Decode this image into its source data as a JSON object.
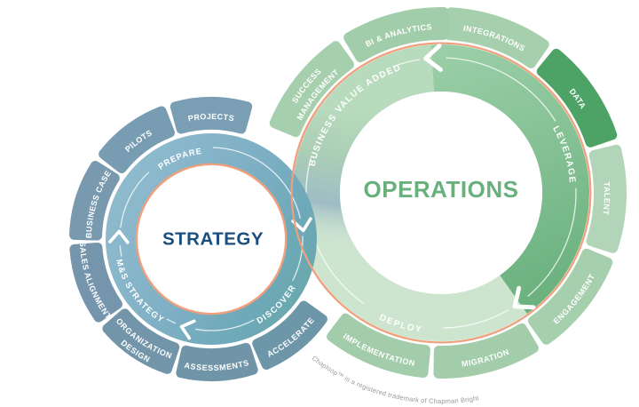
{
  "footnote": "Chaploop™ is a registered trademark of Chapman Bright",
  "colors": {
    "background": "#ffffff",
    "accent_orange": "#efa07c",
    "strategy_title": "#1b4e7c",
    "operations_title": "#68b07c",
    "label_text": "#ffffff",
    "footnote_text": "#9a9a9a",
    "data_highlight": "#4da365"
  },
  "strategy": {
    "title": "STRATEGY",
    "outer_segments": [
      {
        "label": "PROJECTS",
        "angle": 0,
        "orient": "top",
        "color": "#7a9eb3"
      },
      {
        "label": "PILOTS",
        "angle": 323.5,
        "orient": "top",
        "color": "#789cb1"
      },
      {
        "label": "BUSINESS CASE",
        "angle": 287,
        "orient": "top",
        "color": "#7899ae"
      },
      {
        "label": "SALES ALIGNMENT",
        "angle": 250.5,
        "orient": "bottom",
        "color": "#7495ab"
      },
      {
        "label": "ORGANIZATION DESIGN",
        "lines": [
          "ORGANIZATION",
          "DESIGN"
        ],
        "angle": 214,
        "orient": "bottom",
        "color": "#7295a9"
      },
      {
        "label": "ASSESSMENTS",
        "angle": 177.5,
        "orient": "bottom",
        "color": "#7095a8"
      },
      {
        "label": "ACCELERATE",
        "angle": 141,
        "orient": "bottom",
        "color": "#6e96a9"
      }
    ],
    "phases": [
      {
        "label": "PREPARE",
        "angle": 339,
        "orient": "top"
      },
      {
        "label": "DISCOVER",
        "angle": 135,
        "orient": "bottom"
      },
      {
        "label": "M&S STRATEGY",
        "angle": 234,
        "orient": "bottom"
      }
    ]
  },
  "operations": {
    "title": "OPERATIONS",
    "outer_segments": [
      {
        "label": "INTEGRATIONS",
        "angle": 19,
        "orient": "top",
        "color": "#a5cfad"
      },
      {
        "label": "DATA",
        "angle": 55.5,
        "orient": "top",
        "color": "#4da365"
      },
      {
        "label": "TALENT",
        "angle": 92,
        "orient": "top",
        "color": "#b2d5b9"
      },
      {
        "label": "ENGAGEMENT",
        "angle": 128.5,
        "orient": "bottom",
        "color": "#a6cfae"
      },
      {
        "label": "MIGRATION",
        "angle": 165,
        "orient": "bottom",
        "color": "#a3cdaa"
      },
      {
        "label": "IMPLEMENTATION",
        "angle": 201.5,
        "orient": "bottom",
        "color": "#a3cdaa"
      },
      {
        "label": "SUCCESS MANAGEMENT",
        "lines": [
          "SUCCESS",
          "MANAGEMENT"
        ],
        "angle": 308.5,
        "orient": "top",
        "color": "#a6cfae"
      },
      {
        "label": "BI & ANALYTICS",
        "angle": 345,
        "orient": "top",
        "color": "#a2cdaa"
      }
    ],
    "phases": [
      {
        "label": "BUSINESS VALUE ADDED",
        "angle": 312,
        "orient": "top"
      },
      {
        "label": "LEVERAGE",
        "angle": 73,
        "orient": "top"
      },
      {
        "label": "DEPLOY",
        "angle": 197,
        "orient": "bottom"
      }
    ]
  }
}
